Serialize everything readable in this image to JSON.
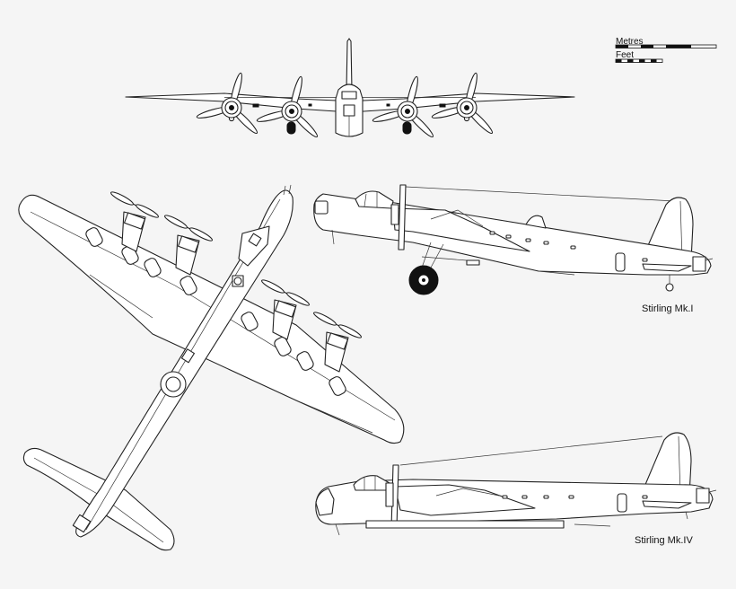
{
  "scale": {
    "metres_label": "Metres",
    "feet_label": "Feet"
  },
  "views": {
    "mk1_label": "Stirling Mk.I",
    "mk4_label": "Stirling Mk.IV"
  },
  "colors": {
    "background": "#f5f5f5",
    "line": "#222222",
    "fill": "#ffffff"
  }
}
